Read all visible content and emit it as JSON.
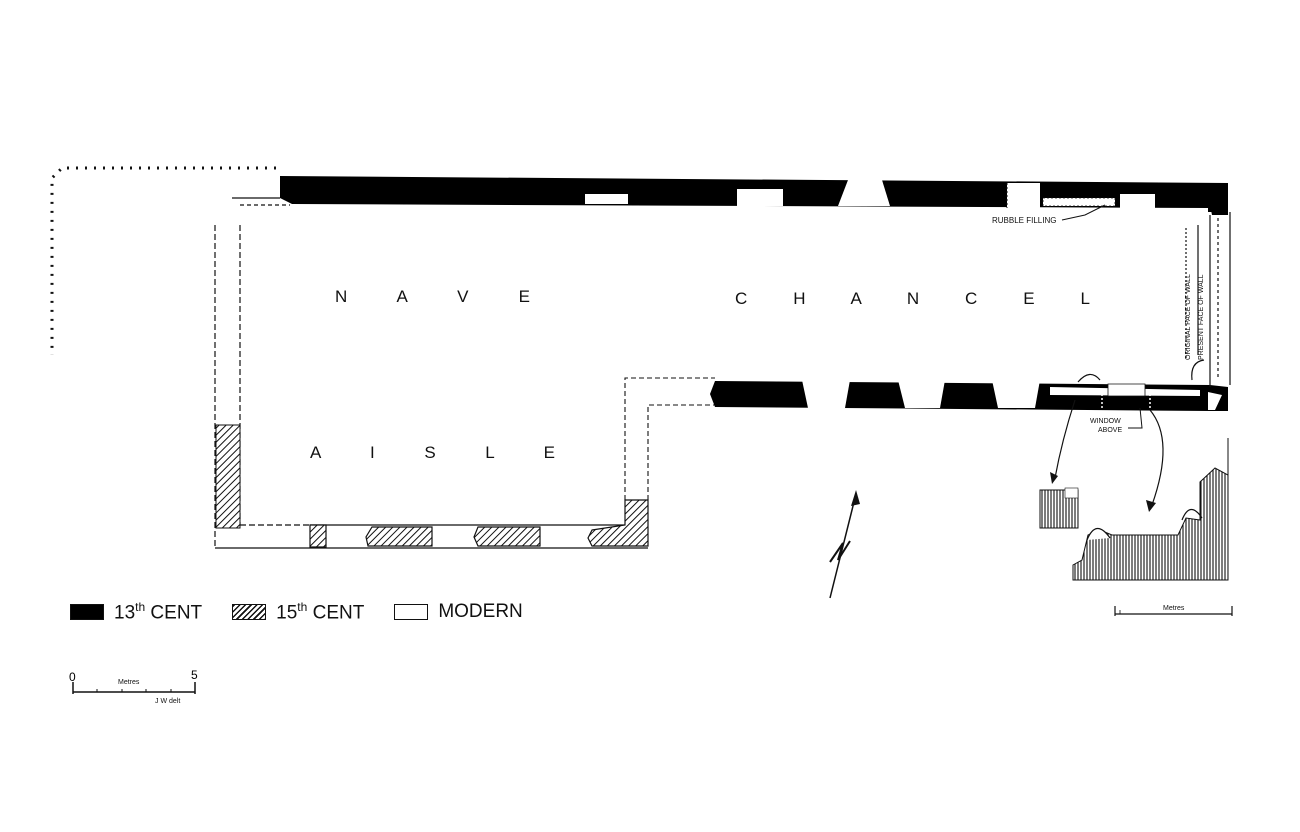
{
  "plan": {
    "rooms": {
      "nave": "N A V E",
      "chancel": "C H A N C E L",
      "aisle": "A I S L E"
    },
    "annotations": {
      "rubble": "RUBBLE FILLING",
      "window_line1": "WINDOW",
      "window_line2": "ABOVE",
      "original_face": "ORIGINAL FACE OF WALL",
      "present_face": "PRESENT FACE OF WALL"
    },
    "north_label": "N"
  },
  "legend": {
    "items": [
      {
        "base": "13",
        "sup": "th",
        "rest": " CENT",
        "fill": "black"
      },
      {
        "base": "15",
        "sup": "th",
        "rest": " CENT",
        "fill": "hatch"
      },
      {
        "base": "MODERN",
        "sup": "",
        "rest": "",
        "fill": "white"
      }
    ]
  },
  "scale": {
    "start": "0",
    "end": "5",
    "unit": "Metres",
    "credit": "J W  delt"
  },
  "detail_scale": {
    "unit": "Metres"
  },
  "colors": {
    "ink": "#111111",
    "paper": "#ffffff"
  }
}
